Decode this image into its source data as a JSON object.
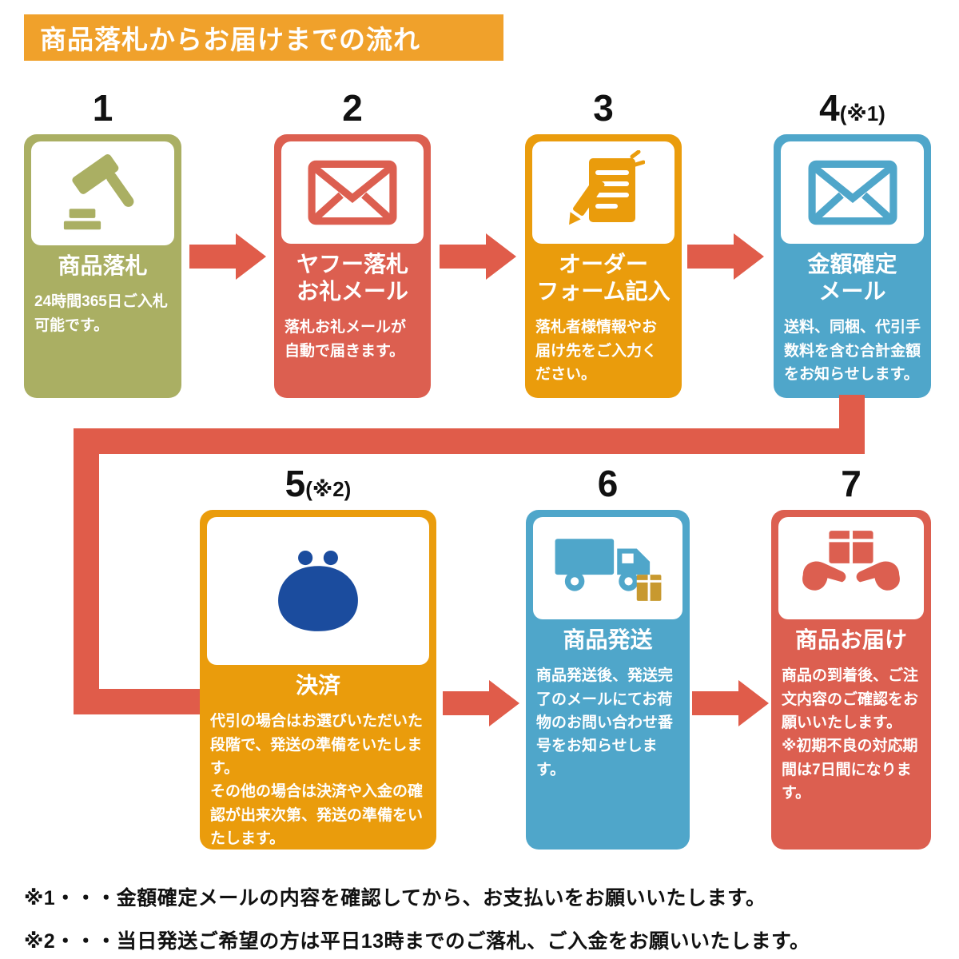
{
  "header": {
    "title": "商品落札からお届けまでの流れ",
    "bg_color": "#F0A12B"
  },
  "arrow_color": "#E05C4A",
  "steps": [
    {
      "number": "1",
      "suffix": "",
      "title": "商品落札",
      "desc": "24時間365日ご入札可能です。",
      "color": "#AAAF63",
      "icon": "gavel-icon"
    },
    {
      "number": "2",
      "suffix": "",
      "title": "ヤフー落札\nお礼メール",
      "desc": "落札お礼メールが自動で届きます。",
      "color": "#DC5F50",
      "icon": "mail-icon"
    },
    {
      "number": "3",
      "suffix": "",
      "title": "オーダー\nフォーム記入",
      "desc": "落札者様情報やお届け先をご入力ください。",
      "color": "#EA9C0C",
      "icon": "order-form-icon"
    },
    {
      "number": "4",
      "suffix": "(※1)",
      "title": "金額確定\nメール",
      "desc": "送料、同梱、代引手数料を含む合計金額をお知らせします。",
      "color": "#4FA6CA",
      "icon": "mail-icon"
    },
    {
      "number": "5",
      "suffix": "(※2)",
      "title": "決済",
      "desc": "代引の場合はお選びいただいた段階で、発送の準備をいたします。\nその他の場合は決済や入金の確認が出来次第、発送の準備をいたします。",
      "color": "#EA9C0C",
      "icon": "coin-purse-icon",
      "icon_color": "#1B4C9E"
    },
    {
      "number": "6",
      "suffix": "",
      "title": "商品発送",
      "desc": "商品発送後、発送完了のメールにてお荷物のお問い合わせ番号をお知らせします。",
      "color": "#4FA6CA",
      "icon": "truck-icon",
      "parcel_color": "#C8992F"
    },
    {
      "number": "7",
      "suffix": "",
      "title": "商品お届け",
      "desc": "商品の到着後、ご注文内容のご確認をお願いいたします。\n※初期不良の対応期間は7日間になります。",
      "color": "#DC5F50",
      "icon": "delivery-hands-icon"
    }
  ],
  "footnotes": [
    "※1・・・金額確定メールの内容を確認してから、お支払いをお願いいたします。",
    "※2・・・当日発送ご希望の方は平日13時までのご落札、ご入金をお願いいたします。"
  ]
}
